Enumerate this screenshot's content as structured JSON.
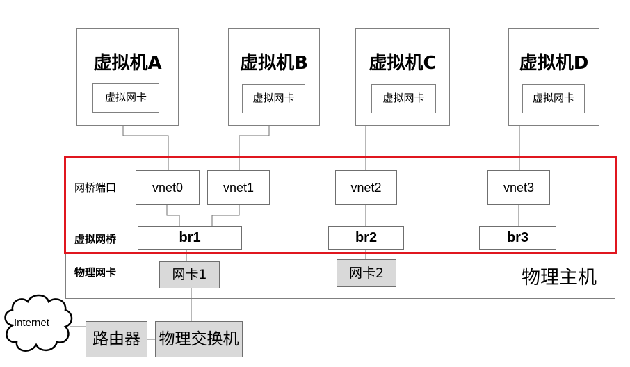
{
  "vms": [
    {
      "title": "虚拟机A",
      "nic": "虚拟网卡"
    },
    {
      "title": "虚拟机B",
      "nic": "虚拟网卡"
    },
    {
      "title": "虚拟机C",
      "nic": "虚拟网卡"
    },
    {
      "title": "虚拟机D",
      "nic": "虚拟网卡"
    }
  ],
  "labels": {
    "bridge_ports": "网桥端口",
    "virtual_bridge": "虚拟网桥",
    "physical_nic": "物理网卡",
    "physical_host": "物理主机"
  },
  "vnets": [
    "vnet0",
    "vnet1",
    "vnet2",
    "vnet3"
  ],
  "bridges": [
    "br1",
    "br2",
    "br3"
  ],
  "physical_nics": [
    "网卡1",
    "网卡2"
  ],
  "network": {
    "internet": "Internet",
    "router": "路由器",
    "switch": "物理交换机"
  },
  "colors": {
    "highlight": "#e0161f",
    "line": "#6f6f6f",
    "device_fill": "#d9d9d9"
  }
}
